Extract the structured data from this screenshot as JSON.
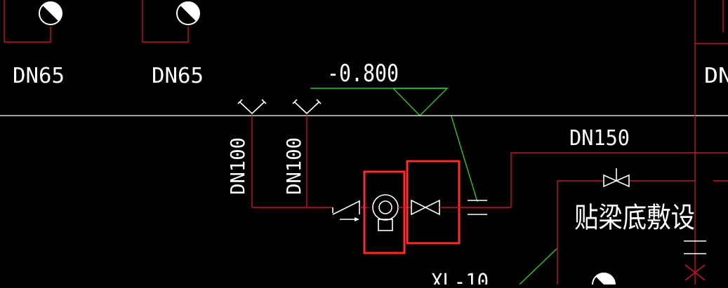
{
  "labels": {
    "dn65_left": "DN65",
    "dn65_right": "DN65",
    "elevation": "-0.800",
    "dn100_left": "DN100",
    "dn100_right": "DN100",
    "dn150": "DN150",
    "dn_partial": "DN",
    "install_note": "贴梁底敷设",
    "riser_label": "XL-10"
  },
  "colors": {
    "background": "#000000",
    "pipe_red": "#c8102e",
    "leader_green": "#28c828",
    "line_white": "#ffffff",
    "highlight_red": "#ff2a2a"
  }
}
